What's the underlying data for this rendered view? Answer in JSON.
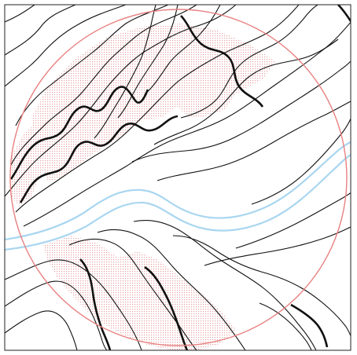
{
  "map": {
    "background_color": "#ffffff",
    "frame_color": "#222222",
    "contour_color": "#111111",
    "river_color": "#a9d6f0",
    "hatch_color": "#e8a0a0",
    "circle_color": "#e88080",
    "layers": [
      "red-hatched-slope-zones",
      "contour-lines",
      "index-contours",
      "river",
      "circular-boundary"
    ]
  }
}
